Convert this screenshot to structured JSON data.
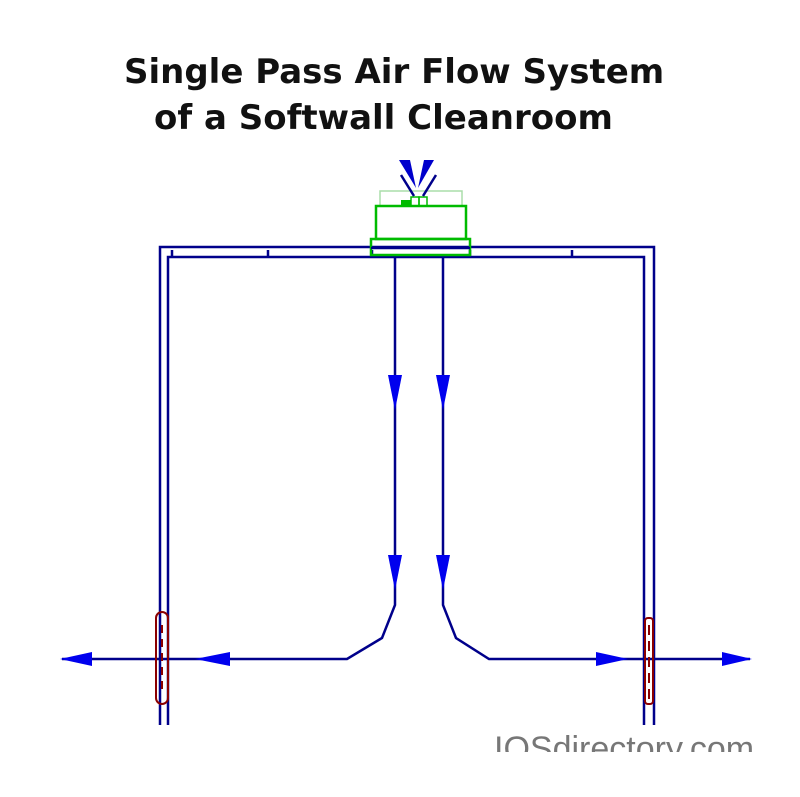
{
  "title": {
    "line1": "Single Pass Air Flow System",
    "line2": "of a Softwall Cleanroom"
  },
  "watermark": "IQSdirectory.com",
  "colors": {
    "frame": "#00008b",
    "arrow": "#0000ee",
    "fan": "#00bb00",
    "fan_light": "#aaddaa",
    "curtain": "#8b0000",
    "text": "#111111"
  }
}
